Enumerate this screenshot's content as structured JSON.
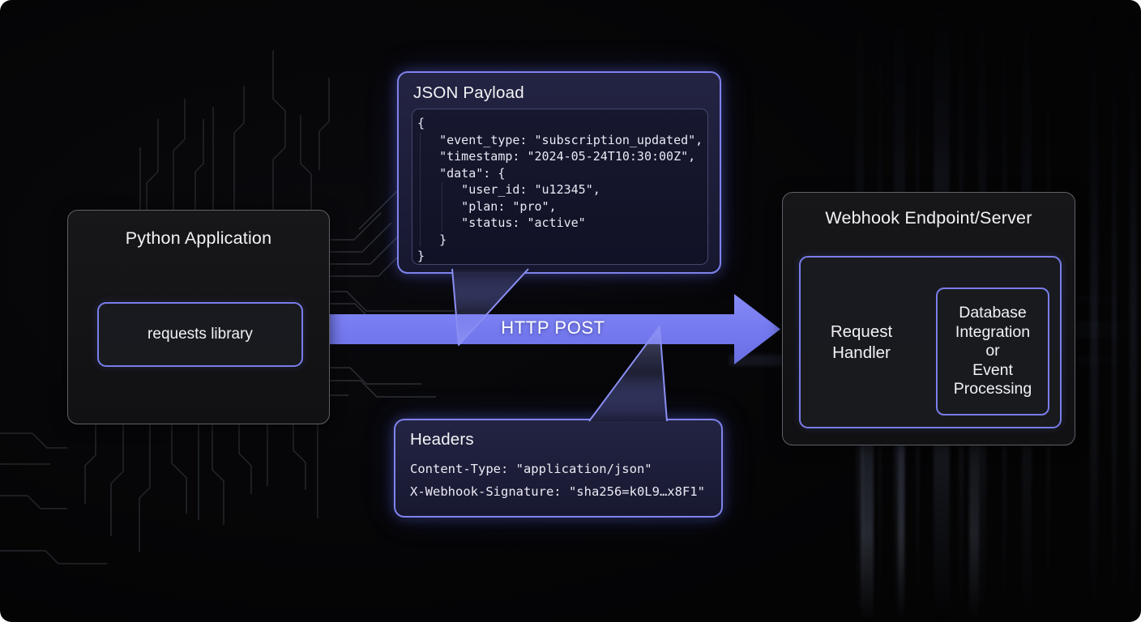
{
  "colors": {
    "accent_purple": "#7f83ec",
    "arrow_fill": "#757af0",
    "box_border_gray": "#5e6168",
    "canvas_bg": "#060608"
  },
  "python_app": {
    "title": "Python Application",
    "library_label": "requests library"
  },
  "json_payload": {
    "title": "JSON Payload",
    "code_lines": [
      "{",
      "   \"event_type: \"subscription_updated\",",
      "   \"timestamp: \"2024-05-24T10:30:00Z\",",
      "   \"data\": {",
      "      \"user_id: \"u12345\",",
      "      \"plan: \"pro\",",
      "      \"status: \"active\"",
      "   }",
      "}"
    ]
  },
  "http_arrow": {
    "label": "HTTP POST"
  },
  "headers": {
    "title": "Headers",
    "lines": [
      "Content-Type: \"application/json\"",
      "X-Webhook-Signature: \"sha256=k0L9…x8F1\""
    ]
  },
  "webhook_server": {
    "title": "Webhook Endpoint/Server",
    "request_handler_label": "Request Handler",
    "processing_box_lines": [
      "Database",
      "Integration",
      "or",
      "Event",
      "Processing"
    ]
  }
}
